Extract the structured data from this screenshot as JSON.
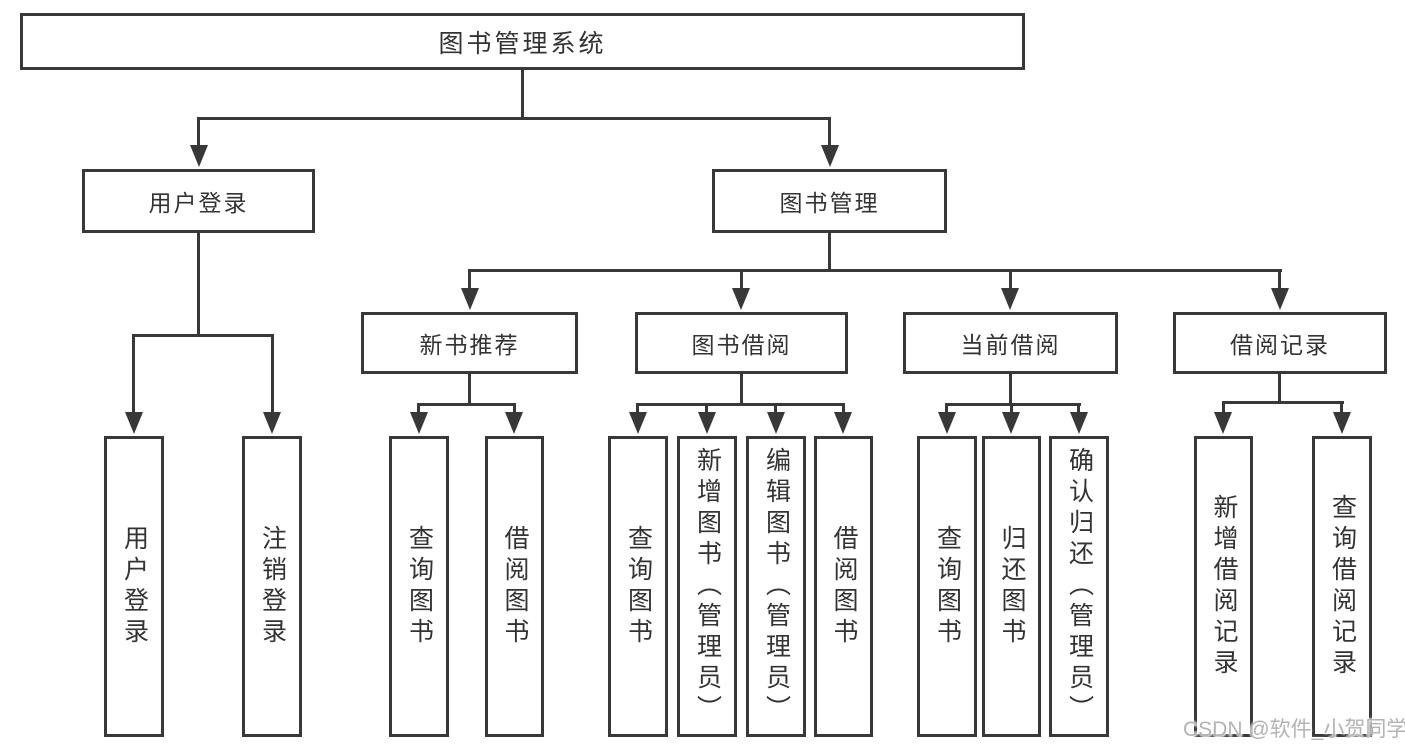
{
  "tree": {
    "label": "图书管理系统",
    "children": [
      {
        "label": "用户登录",
        "children": [
          {
            "label": "用户登录"
          },
          {
            "label": "注销登录"
          }
        ]
      },
      {
        "label": "图书管理",
        "children": [
          {
            "label": "新书推荐",
            "children": [
              {
                "label": "查询图书"
              },
              {
                "label": "借阅图书"
              }
            ]
          },
          {
            "label": "图书借阅",
            "children": [
              {
                "label": "查询图书"
              },
              {
                "label": "新增图书（管理员）"
              },
              {
                "label": "编辑图书（管理员）"
              },
              {
                "label": "借阅图书"
              }
            ]
          },
          {
            "label": "当前借阅",
            "children": [
              {
                "label": "查询图书"
              },
              {
                "label": "归还图书"
              },
              {
                "label": "确认归还（管理员）"
              }
            ]
          },
          {
            "label": "借阅记录",
            "children": [
              {
                "label": "新增借阅记录"
              },
              {
                "label": "查询借阅记录"
              }
            ]
          }
        ]
      }
    ]
  },
  "watermark": {
    "text": "CSDN @软件_小贺同学"
  },
  "colors": {
    "line": "#383838",
    "box_border": "#383838",
    "text": "#333333",
    "background": "#ffffff",
    "watermark": "#b3b3b3"
  }
}
